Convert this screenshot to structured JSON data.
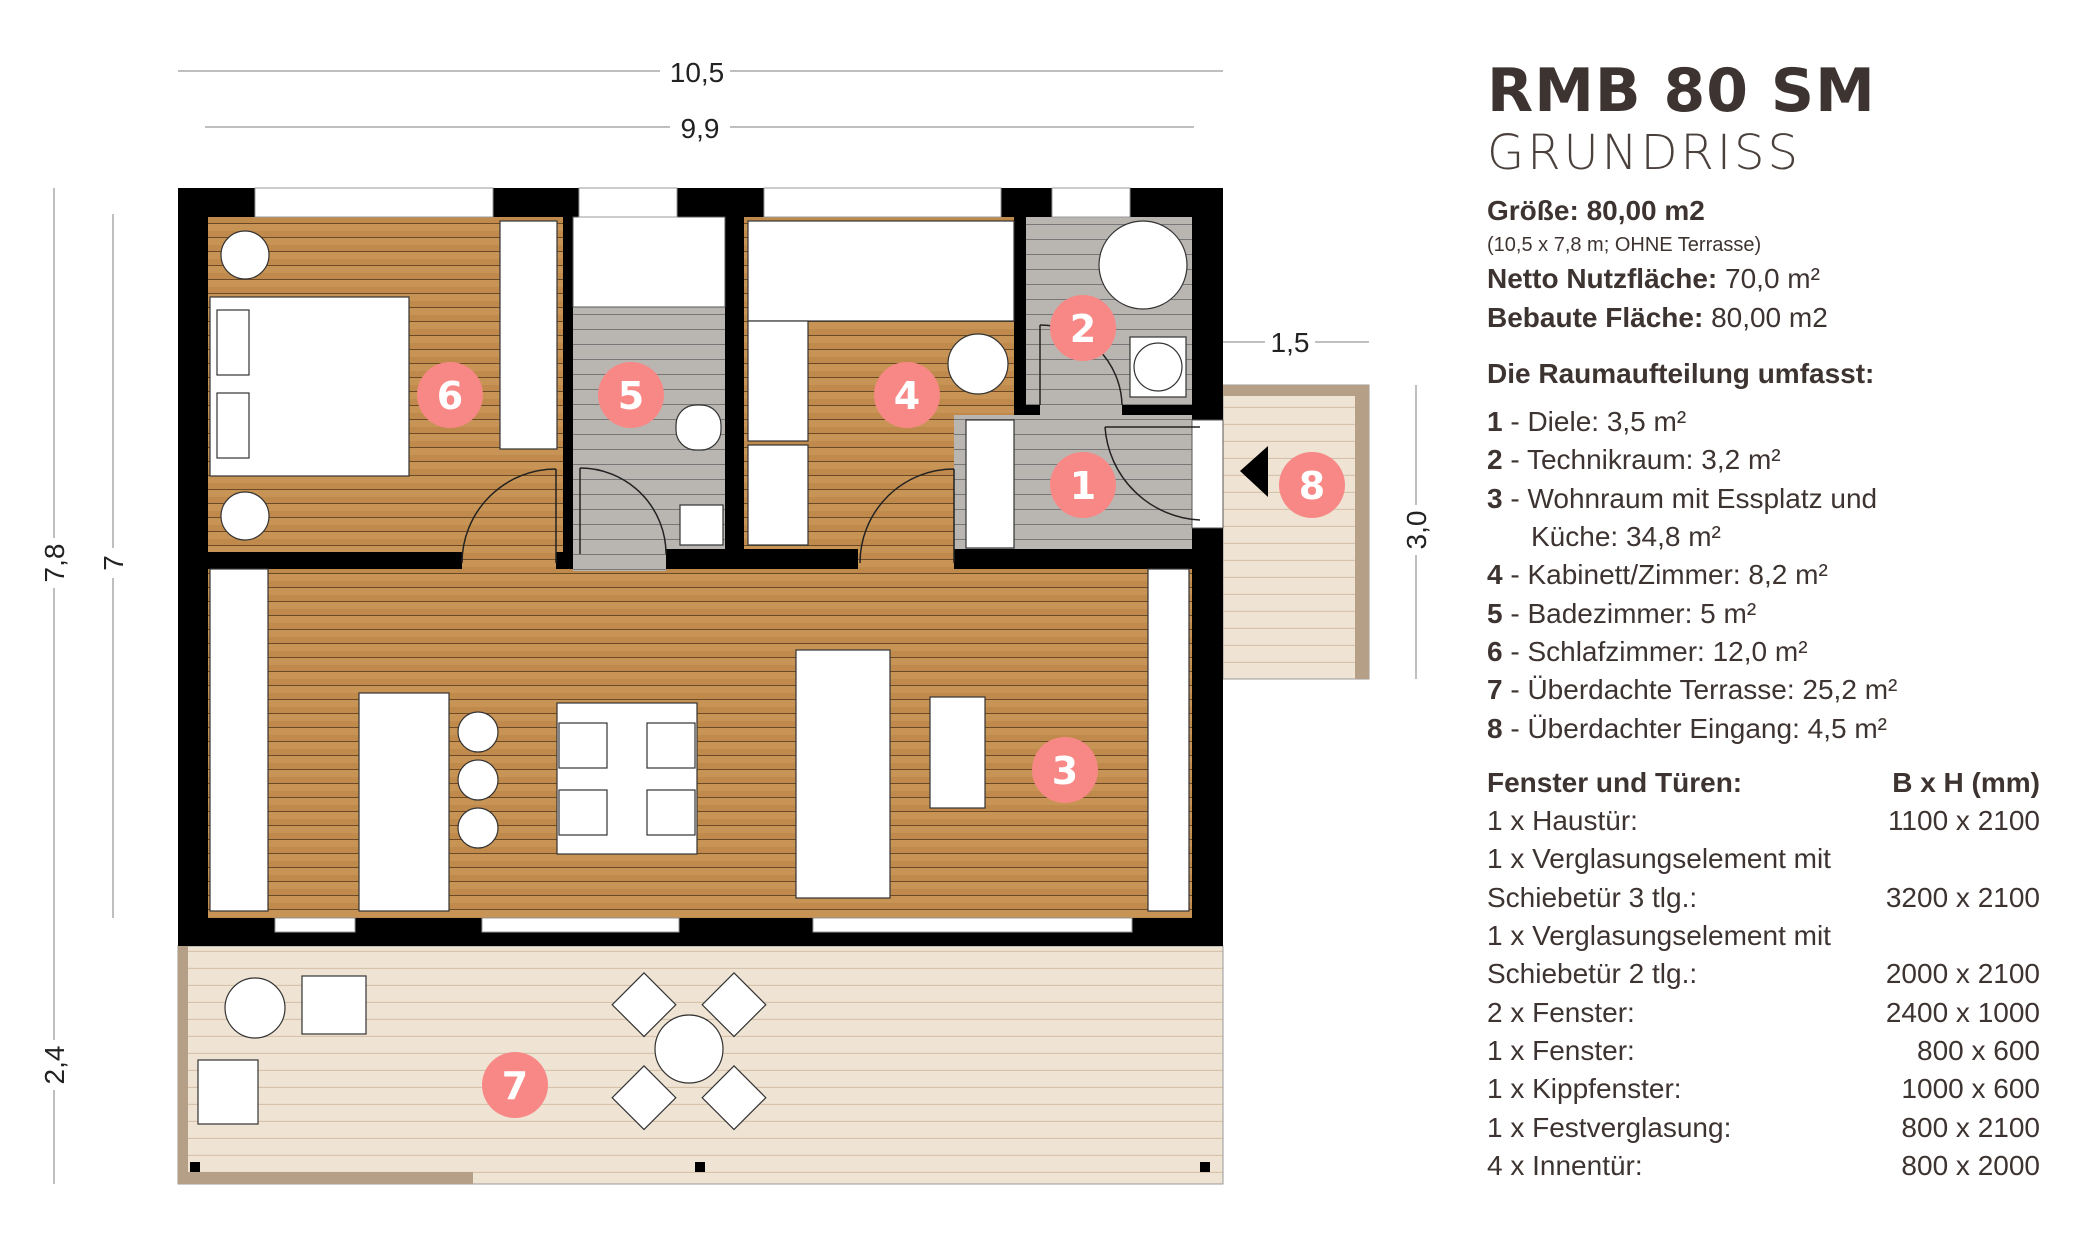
{
  "plan": {
    "dimensions": {
      "total_width": "10,5",
      "inner_width": "9,9",
      "total_depth": "7,8",
      "inner_depth": "7",
      "terrace_depth": "2,4",
      "entrance_width": "1,5",
      "entrance_depth": "3,0"
    },
    "room_numbers": [
      "1",
      "2",
      "3",
      "4",
      "5",
      "6",
      "7",
      "8"
    ],
    "badge_color": "#f88886",
    "wall_color": "#000000",
    "wood_color": "#c08a4c",
    "tile_color": "#b9b6b2",
    "deck_color": "#efe3d3"
  },
  "panel": {
    "title": "RMB 80 SM",
    "subtitle": "GRUNDRISS",
    "size_label": "Größe:",
    "size_value": "80,00 m2",
    "size_note": "(10,5 x 7,8 m; OHNE Terrasse)",
    "net_label": "Netto Nutzfläche:",
    "net_value": "70,0 m²",
    "built_label": "Bebaute Fläche:",
    "built_value": "80,00 m2",
    "rooms_heading": "Die Raumaufteilung umfasst:",
    "rooms": [
      {
        "num": "1",
        "text": " - Diele: 3,5 m²"
      },
      {
        "num": "2",
        "text": " - Technikraum: 3,2 m²"
      },
      {
        "num": "3",
        "text": " - Wohnraum mit Essplatz und"
      },
      {
        "num": "",
        "text": "Küche: 34,8 m²"
      },
      {
        "num": "4",
        "text": " - Kabinett/Zimmer: 8,2 m²"
      },
      {
        "num": "5",
        "text": " - Badezimmer: 5 m²"
      },
      {
        "num": "6",
        "text": " - Schlafzimmer: 12,0 m²"
      },
      {
        "num": "7",
        "text": " - Überdachte Terrasse: 25,2 m²"
      },
      {
        "num": "8",
        "text": " - Überdachter Eingang: 4,5 m²"
      }
    ],
    "openings_heading": "Fenster und Türen:",
    "openings_unit": "B x H (mm)",
    "openings": [
      {
        "label": "1 x Haustür:",
        "size": "1100 x 2100"
      },
      {
        "label": "1 x Verglasungselement mit",
        "size": ""
      },
      {
        "label": "Schiebetür 3 tlg.:",
        "size": "3200 x 2100"
      },
      {
        "label": "1 x Verglasungselement mit",
        "size": ""
      },
      {
        "label": "Schiebetür 2 tlg.:",
        "size": "2000 x 2100"
      },
      {
        "label": "2 x Fenster:",
        "size": "2400 x 1000"
      },
      {
        "label": "1 x Fenster:",
        "size": "800 x 600"
      },
      {
        "label": "1 x Kippfenster:",
        "size": "1000 x 600"
      },
      {
        "label": "1 x Festverglasung:",
        "size": "800 x 2100"
      },
      {
        "label": "4 x Innentür:",
        "size": "800 x 2000"
      }
    ]
  }
}
